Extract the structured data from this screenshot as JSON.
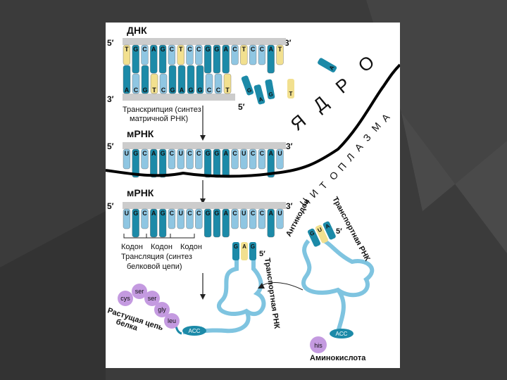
{
  "dna": {
    "title": "ДНК",
    "top_strand_letters": [
      "T",
      "G",
      "C",
      "A",
      "G",
      "C",
      "T",
      "C",
      "C",
      "G",
      "G",
      "A",
      "C",
      "T",
      "C",
      "C",
      "A",
      "T"
    ],
    "bottom_strand_letters": [
      "A",
      "C",
      "G",
      "T",
      "C",
      "G",
      "A",
      "G",
      "G",
      "C",
      "C",
      "T"
    ],
    "free_nucleotides": [
      "G",
      "A",
      "G",
      "T",
      "A"
    ],
    "end_5_top": "5′",
    "end_3_top": "3′",
    "end_3_bottom": "3′",
    "end_5_bottom": "5′"
  },
  "transcription_label": [
    "Транскрипция (синтез",
    "матричной РНК)"
  ],
  "mrna1": {
    "title": "мРНК",
    "letters": [
      "U",
      "G",
      "C",
      "A",
      "G",
      "C",
      "U",
      "C",
      "C",
      "G",
      "G",
      "A",
      "C",
      "U",
      "C",
      "C",
      "A",
      "U"
    ],
    "end_5": "5′",
    "end_3": "3′"
  },
  "mrna2": {
    "title": "мРНК",
    "letters": [
      "U",
      "G",
      "C",
      "A",
      "G",
      "C",
      "U",
      "C",
      "C",
      "G",
      "G",
      "A",
      "C",
      "U",
      "C",
      "C",
      "A",
      "U"
    ],
    "end_5": "5′",
    "end_3": "3′"
  },
  "nucleus_label": [
    "Я",
    "Д",
    "Р",
    "О"
  ],
  "cytoplasm_label": [
    "Ц",
    "И",
    "Т",
    "О",
    "П",
    "Л",
    "А",
    "З",
    "М",
    "А"
  ],
  "codon_labels": [
    "Кодон",
    "Кодон",
    "Кодон"
  ],
  "translation_label": [
    "Трансляция (синтез",
    "белковой цепи)"
  ],
  "trna_bound": {
    "label": "Транспортная РНК",
    "anticodon": [
      "G",
      "A",
      "G"
    ],
    "end_5": "5′",
    "acc": "ACC"
  },
  "trna_free": {
    "label": "Транспортная РНК",
    "anticodon_label": "Антикодон",
    "anticodon": [
      "G",
      "U",
      "A"
    ],
    "end_5": "5′",
    "acc": "ACC",
    "amino_acid": "his",
    "amino_acid_label": "Аминокислота"
  },
  "protein_chain": {
    "amino_acids": [
      "cys",
      "ser",
      "ser",
      "gly",
      "leu"
    ],
    "label": [
      "Растущая цепь",
      "белка"
    ],
    "acc": "ACC"
  },
  "colors": {
    "bar": "#cccccc",
    "dark_blue": "#1c8aa8",
    "light_blue": "#8fc6e2",
    "yellow": "#f2e08f",
    "amino": "#c49ae0",
    "membrane": "#000000"
  }
}
